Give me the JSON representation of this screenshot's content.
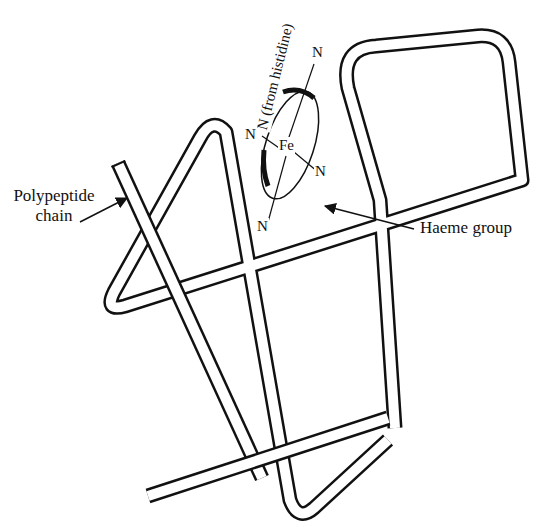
{
  "diagram": {
    "labels": [
      "N (from histidine)",
      "N",
      "N",
      "Fe",
      "N",
      "N",
      "Haeme group",
      "Polypeptide chain"
    ]
  }
}
